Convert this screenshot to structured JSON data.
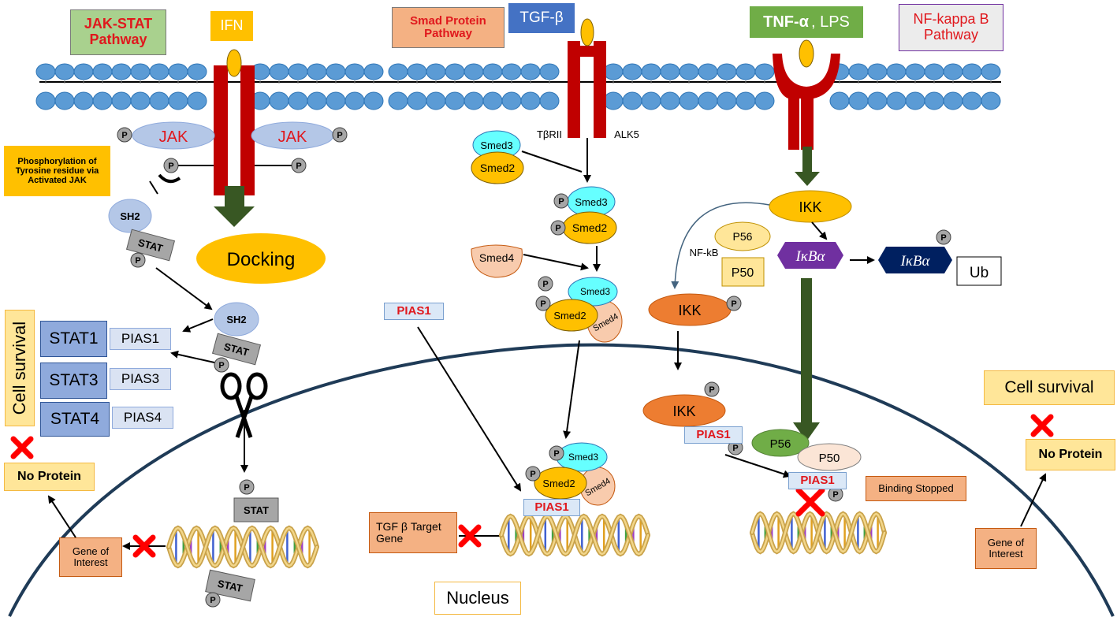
{
  "pathways": {
    "jak_stat": {
      "title": "JAK-STAT Pathway",
      "ligand": "IFN",
      "jak": "JAK",
      "p": "P",
      "phosphorylation_note": "Phosphorylation of Tyrosine residue via Activated JAK",
      "sh2": "SH2",
      "stat": "STAT",
      "docking": "Docking",
      "stat_pias": [
        {
          "stat": "STAT1",
          "pias": "PIAS1"
        },
        {
          "stat": "STAT3",
          "pias": "PIAS3"
        },
        {
          "stat": "STAT4",
          "pias": "PIAS4"
        }
      ],
      "cell_survival": "Cell survival",
      "no_protein": "No Protein",
      "gene_of_interest": "Gene of Interest"
    },
    "smad": {
      "title": "Smad Protein Pathway",
      "ligand": "TGF-β",
      "receptor_left": "TβRII",
      "receptor_right": "ALK5",
      "smed3": "Smed3",
      "smed2": "Smed2",
      "smed4": "Smed4",
      "pias1": "PIAS1",
      "target_gene": "TGF β Target Gene"
    },
    "nfkb": {
      "title": "NF-kappa B Pathway",
      "ligand_bold": "TNF-α",
      "ligand_rest": ", LPS",
      "ikk": "IKK",
      "ikba": "IκBα",
      "ub": "Ub",
      "p56": "P56",
      "p50": "P50",
      "nfkb_label": "NF-kB",
      "pias1": "PIAS1",
      "binding_stopped": "Binding Stopped",
      "cell_survival": "Cell survival",
      "no_protein": "No Protein",
      "gene_of_interest": "Gene of Interest"
    }
  },
  "nucleus": "Nucleus",
  "colors": {
    "membrane": "#5b9bd5",
    "receptor": "#c00000",
    "ligand": "#ffc000",
    "jak": "#b4c7e7",
    "smed3": "#66ffff",
    "smed2": "#ffc000",
    "smed4": "#f8cbad",
    "ikk_yellow": "#ffc000",
    "ikk_orange": "#ed7d31",
    "ikba": "#7030a0",
    "ikba_p": "#002060",
    "arrow_green": "#385723",
    "title_green": "#70ad47",
    "title_blue": "#4472c4",
    "salmon": "#f4b183"
  }
}
